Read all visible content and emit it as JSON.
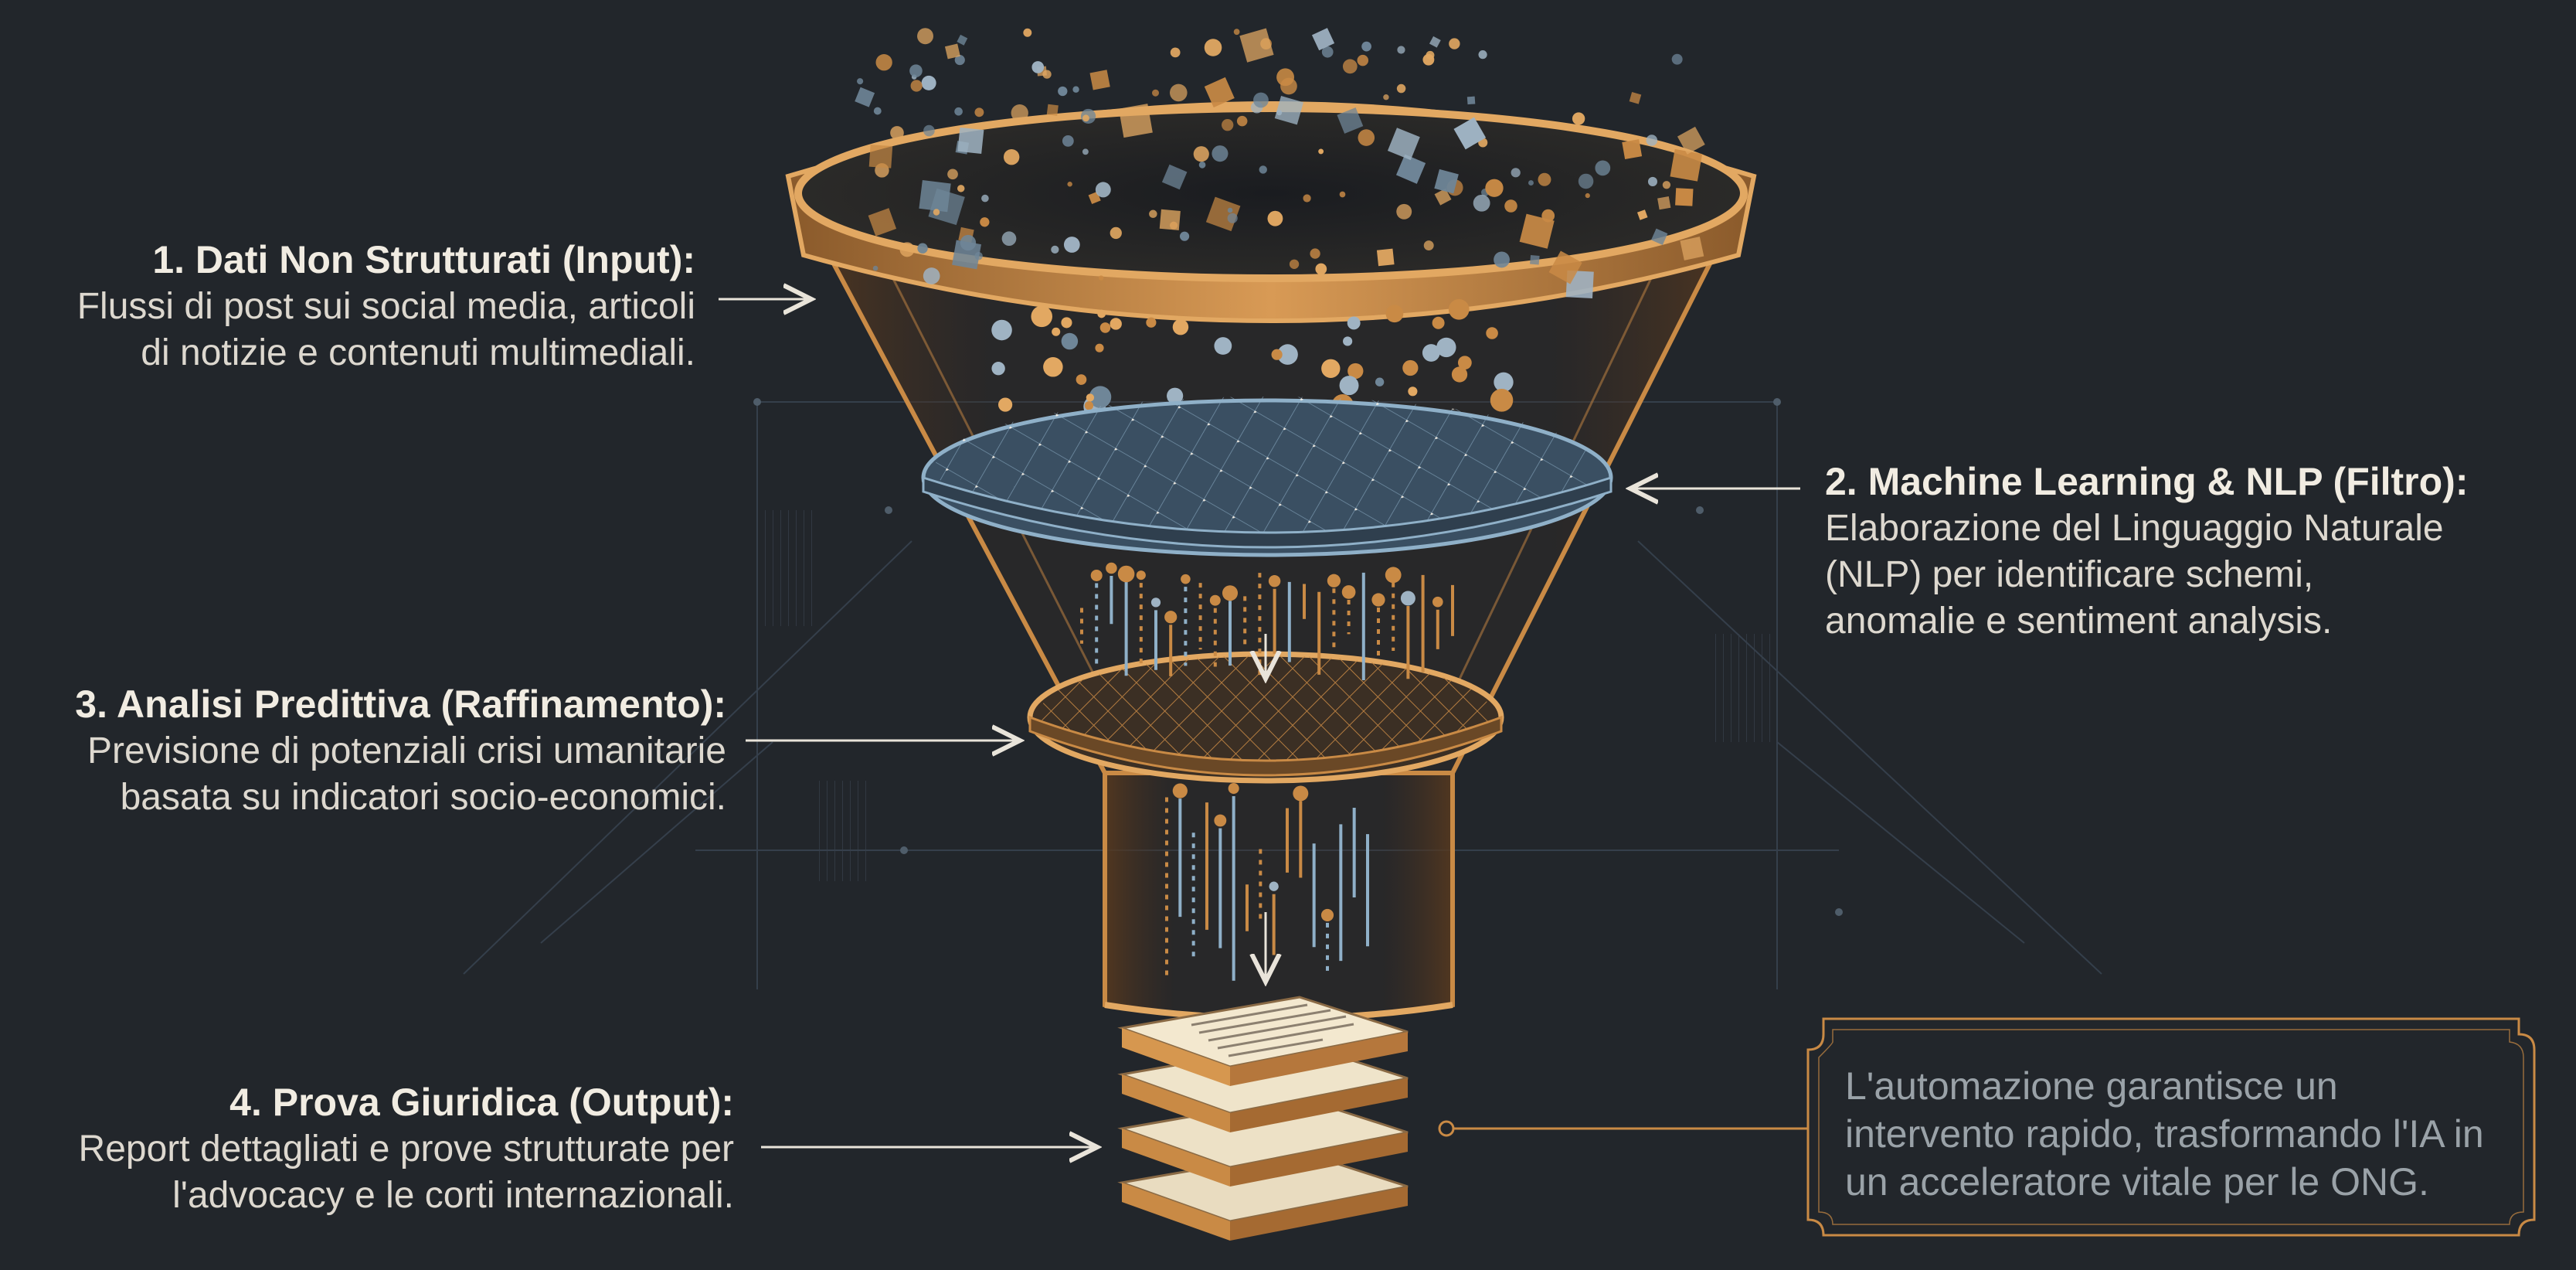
{
  "steps": [
    {
      "title": "1. Dati Non Strutturati (Input):",
      "lines": [
        "Flussi di post sui social media, articoli",
        "di notizie e contenuti multimediali."
      ]
    },
    {
      "title": "2. Machine Learning & NLP (Filtro):",
      "lines": [
        "Elaborazione del Linguaggio Naturale",
        "(NLP) per identificare schemi,",
        "anomalie e sentiment analysis."
      ]
    },
    {
      "title": "3. Analisi Predittiva (Raffinamento):",
      "lines": [
        "Previsione di potenziali crisi umanitarie",
        "basata su indicatori socio-economici."
      ]
    },
    {
      "title": "4. Prova Giuridica (Output):",
      "lines": [
        "Report dettagliati e prove strutturate per",
        "l'advocacy e le corti internazionali."
      ]
    }
  ],
  "callout": {
    "lines": [
      "L'automazione garantisce un",
      "intervento rapido, trasformando l'IA in",
      "un acceleratore vitale per le ONG."
    ]
  },
  "colors": {
    "background": "#22262b",
    "copper": "#c98a45",
    "copper_light": "#e2a862",
    "steel_blue": "#6f8698",
    "grid_line": "#3a4654",
    "text": "#ddd8cf",
    "callout_text": "#9aa2a8"
  }
}
